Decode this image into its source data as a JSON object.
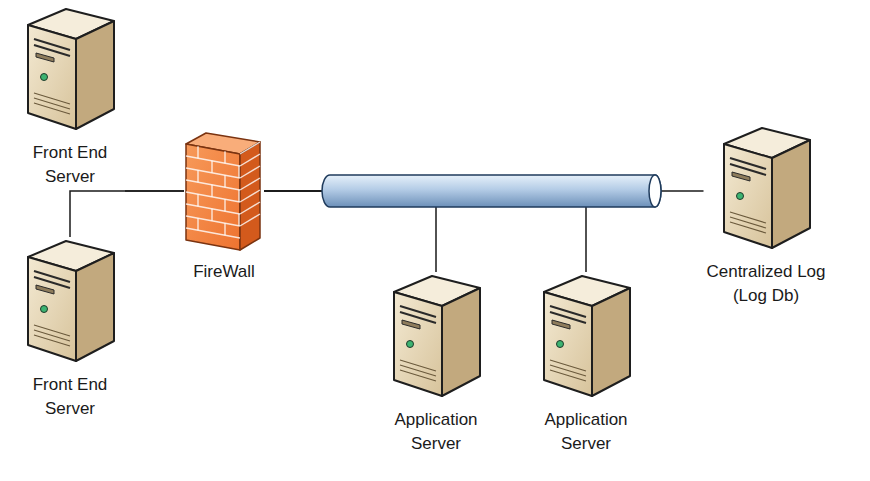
{
  "diagram": {
    "nodes": [
      {
        "text": [
          "Front End Server"
        ]
      },
      {
        "text": [
          "Front End Server"
        ]
      },
      {
        "text": [
          "FireWall"
        ]
      },
      {
        "text": [
          "Application Server"
        ]
      },
      {
        "text": [
          "Application Server"
        ]
      },
      {
        "text": [
          "Centralized Log (Log Db)"
        ]
      }
    ],
    "edges": [
      {
        "from": 0,
        "to": 2,
        "arrow": "none"
      },
      {
        "from": 1,
        "to": 2,
        "arrow": "none"
      },
      {
        "from": 2,
        "to": 3,
        "arrow": "none"
      },
      {
        "from": 2,
        "to": 4,
        "arrow": "none"
      },
      {
        "from": 2,
        "to": 5,
        "arrow": "none"
      }
    ]
  }
}
